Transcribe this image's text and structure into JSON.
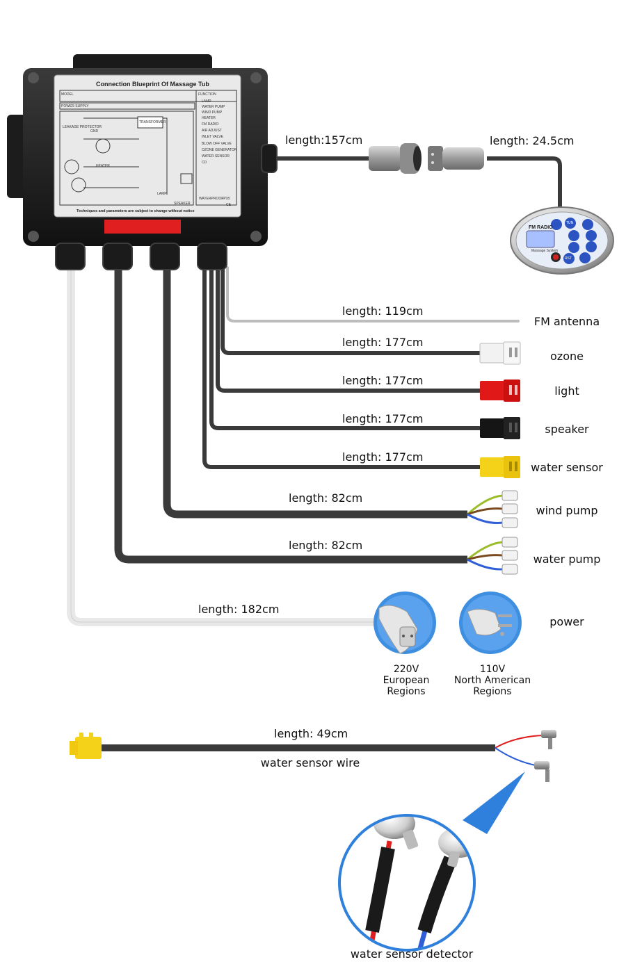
{
  "control_box": {
    "title": "Connection Blueprint Of Massage Tub",
    "footer": "Techniques and parameters are subject to change without notice",
    "model_label": "MODEL",
    "power_supply_label": "POWER SUPPLY",
    "function_label": "FUNCTION",
    "leakage_label": "LEAKAGE PROTECTOR",
    "gnd_label": "GND",
    "transformer_label": "TRANSFORMER",
    "heater_label": "HEATER",
    "waterproof": "WATERPROOF",
    "ip_rating": "IPX5",
    "ce": "CE",
    "speaker_label": "SPEAKER",
    "lamp_label": "LAMP",
    "functions": [
      "LAMP",
      "WATER PUMP",
      "WIND PUMP",
      "HEATER",
      "FM RADIO",
      "AIR ADJUST",
      "INLET VALVE",
      "BLOW OFF VALVE",
      "OZONE GENERATOR",
      "WATER SENSOR",
      "CD"
    ]
  },
  "panel": {
    "brand": "FM RADIO",
    "sub": "Massage System",
    "btn_tun": "TUN",
    "btn_rst": "RST"
  },
  "cables": {
    "controller_cable": "length:157cm",
    "panel_cable": "length: 24.5cm",
    "fm": "length: 119cm",
    "ozone": "length: 177cm",
    "light": "length: 177cm",
    "speaker": "length: 177cm",
    "water_sensor": "length: 177cm",
    "wind_pump": "length: 82cm",
    "water_pump": "length: 82cm",
    "power": "length: 182cm",
    "sensor_wire": "length: 49cm"
  },
  "items": {
    "fm": "FM antenna",
    "ozone": "ozone",
    "light": "light",
    "speaker": "speaker",
    "water_sensor": "water sensor",
    "wind_pump": "wind pump",
    "water_pump": "water pump",
    "power": "power",
    "sensor_wire": "water sensor wire",
    "sensor_detector": "water sensor detector"
  },
  "plugs": {
    "eu": [
      "220V",
      "European",
      "Regions"
    ],
    "na": [
      "110V",
      "North American",
      "Regions"
    ]
  },
  "colors": {
    "cable": "#3a3a3a",
    "ozone_connector": "#f2f2f2",
    "light_connector": "#e01818",
    "speaker_connector": "#151515",
    "sensor_connector": "#f4d21a",
    "plug_circle": "#3f8fe0",
    "detector_circle": "#2f7fdc"
  }
}
